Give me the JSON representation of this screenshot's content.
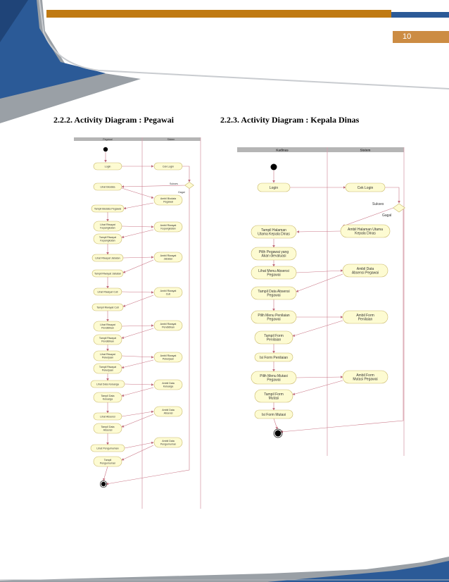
{
  "page": {
    "number": "10"
  },
  "sections": [
    {
      "caption": "2.2.2. Activity Diagram : Pegawai"
    },
    {
      "caption": "2.2.3. Activity Diagram : Kepala Dinas"
    }
  ],
  "diagram_pegawai": {
    "lanes": [
      "Pegawai",
      "Sistem"
    ],
    "activities": [
      "Login",
      "Cek Login",
      "Lihat Biodata",
      "Ambil Biodata Pegawai",
      "Tampil Biodata Pegawai",
      "Lihat Riwayat Kepangkatan",
      "Ambil Riwayat Kepangkatan",
      "Tampil Riwayat Kepangkatan",
      "Lihat Riwayat Jabatan",
      "Ambil Riwayat Jabatan",
      "Tampil Riwayat Jabatan",
      "Lihat Riwayat Cuti",
      "Ambil Riwayat Cuti",
      "Tampil Riwayat Cuti",
      "Lihat Riwayat Pendidikan",
      "Ambil Riwayat Pendidikan",
      "Tampil Riwayat Pendidikan",
      "Lihat Riwayat Pekerjaan",
      "Ambil Riwayat Pekerjaan",
      "Tampil Riwayat Pekerjaan",
      "Lihat Data Keluarga",
      "Ambil Data Keluarga",
      "Tampil Data Keluarga",
      "Lihat Absensi",
      "Ambil Data Absensi",
      "Tampil Data Absensi",
      "Lihat Pengumuman",
      "Ambil Data Pengumuman",
      "Tampil Pengumuman"
    ],
    "guards": [
      "Sukses",
      "Gagal"
    ]
  },
  "diagram_kepala": {
    "lanes": [
      "Kadinas",
      "Sistem"
    ],
    "activities": [
      "Login",
      "Cek Login",
      "Tampil Halaman Utama Kepala Dinas",
      "Ambil Halaman Utama Kepala Dinas",
      "Pilih Pegawai yang Akan dievaluasi",
      "Lihat Menu Absensi Pegawai",
      "Ambil Data Absensi Pegawai",
      "Tampil Data Absensi Pegawai",
      "Pilih Menu Penilaian Pegawai",
      "Ambil Form Penilaian",
      "Tampil Form Penilaian",
      "Isi Form Penilaian",
      "Pilih Menu Mutasi Pegawai",
      "Ambil Form Mutasi Pegawai",
      "Tampil Form Mutasi",
      "Isi Form Mutasi"
    ],
    "guards": [
      "Sukses",
      "Gagal"
    ]
  }
}
